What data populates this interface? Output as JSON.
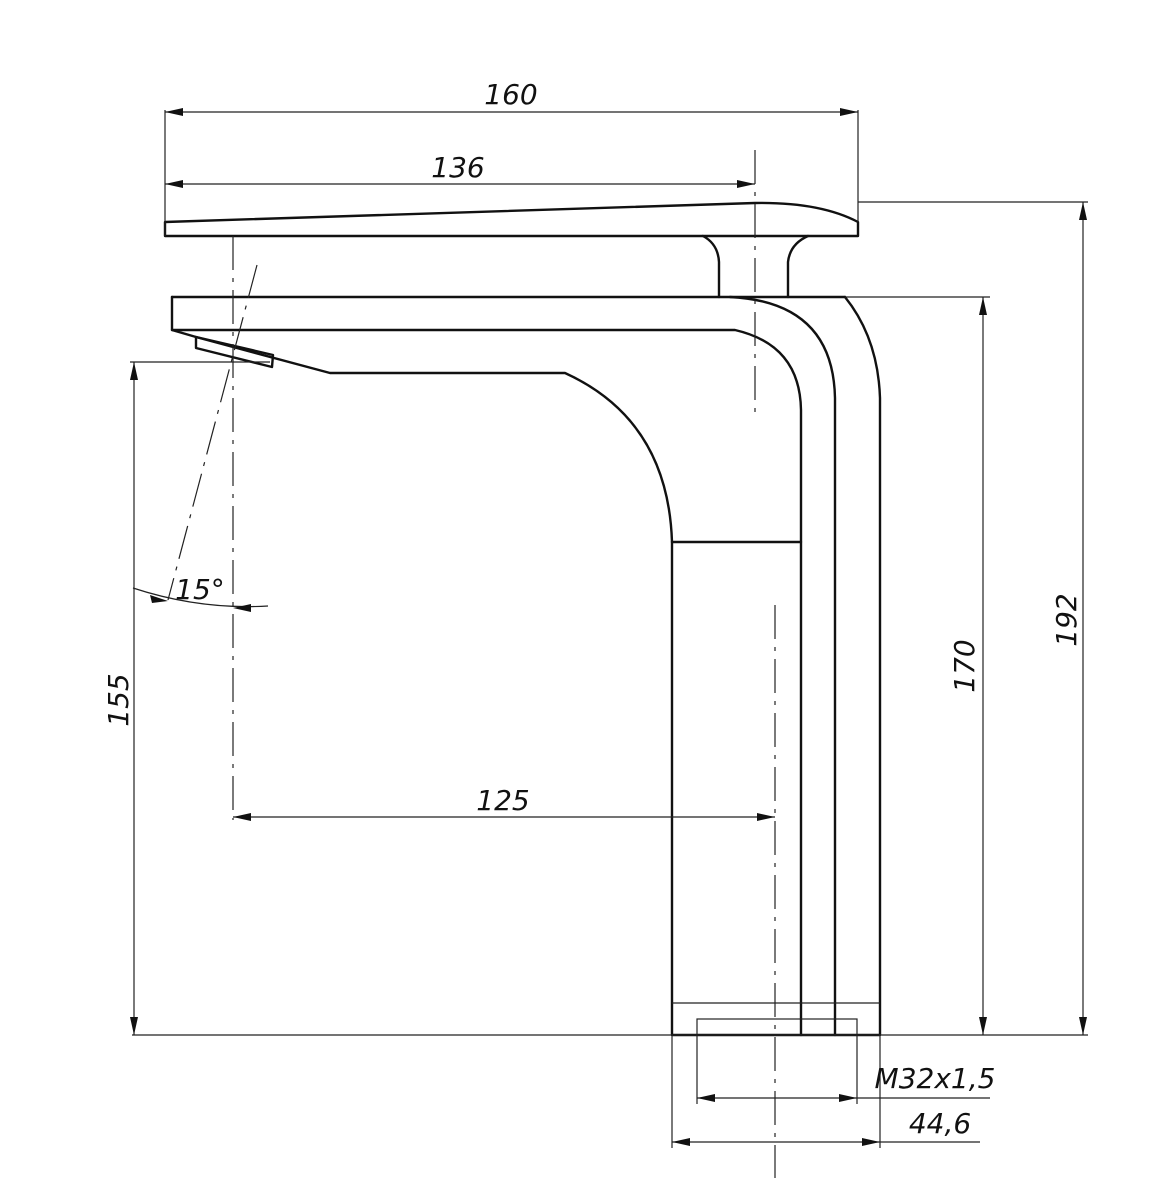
{
  "drawing": {
    "stroke_color": "#111111",
    "background": "#ffffff"
  },
  "dimensions": {
    "overall_length": "160",
    "lever_length": "136",
    "total_height": "192",
    "body_height": "170",
    "spout_height": "155",
    "spout_reach": "125",
    "spout_angle": "15°",
    "thread": "M32x1,5",
    "base_width": "44,6"
  }
}
